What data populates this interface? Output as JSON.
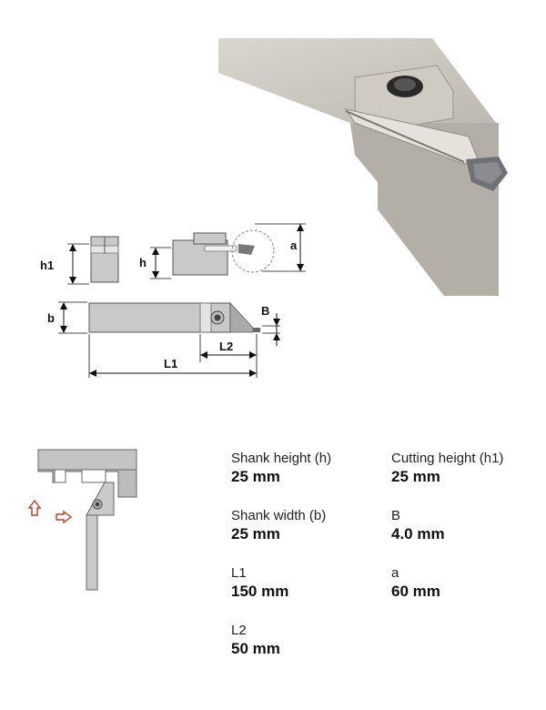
{
  "product_photo": {
    "icon": "grooving-tool-holder-photo"
  },
  "drawing": {
    "labels": {
      "h1": "h1",
      "h": "h",
      "a": "a",
      "b": "b",
      "B": "B",
      "L1": "L1",
      "L2": "L2"
    }
  },
  "mounting_diagram": {
    "icon": "tool-mounting-diagram"
  },
  "specs": {
    "shank_height": {
      "label": "Shank height (h)",
      "value": "25 mm"
    },
    "cutting_height": {
      "label": "Cutting height (h1)",
      "value": "25 mm"
    },
    "shank_width": {
      "label": "Shank width (b)",
      "value": "25 mm"
    },
    "B": {
      "label": "B",
      "value": "4.0 mm"
    },
    "L1": {
      "label": "L1",
      "value": "150 mm"
    },
    "a": {
      "label": "a",
      "value": "60 mm"
    },
    "L2": {
      "label": "L2",
      "value": "50 mm"
    }
  }
}
